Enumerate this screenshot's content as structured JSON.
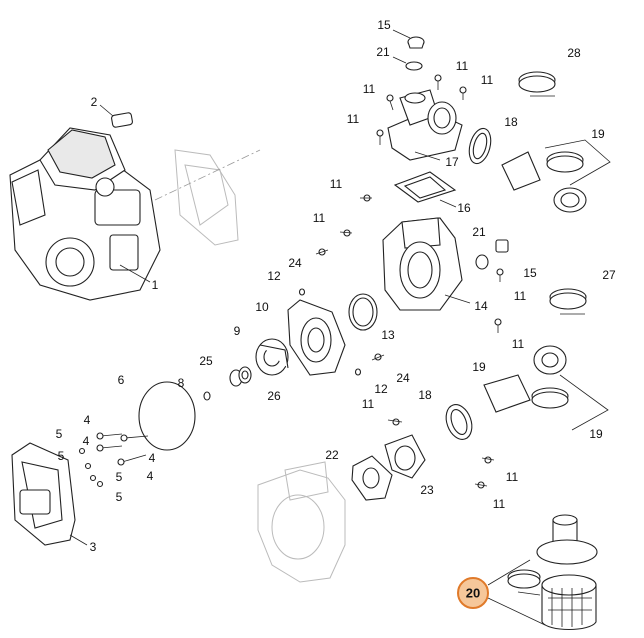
{
  "diagram": {
    "callouts": [
      {
        "id": "c15a",
        "label": "15"
      },
      {
        "id": "c21a",
        "label": "21"
      },
      {
        "id": "c28",
        "label": "28"
      },
      {
        "id": "c11a",
        "label": "11"
      },
      {
        "id": "c11b",
        "label": "11"
      },
      {
        "id": "c11c",
        "label": "11"
      },
      {
        "id": "c11d",
        "label": "11"
      },
      {
        "id": "c2",
        "label": "2"
      },
      {
        "id": "c18a",
        "label": "18"
      },
      {
        "id": "c19a",
        "label": "19"
      },
      {
        "id": "c17",
        "label": "17"
      },
      {
        "id": "c11e",
        "label": "11"
      },
      {
        "id": "c16",
        "label": "16"
      },
      {
        "id": "c11f",
        "label": "11"
      },
      {
        "id": "c21b",
        "label": "21"
      },
      {
        "id": "c24a",
        "label": "24"
      },
      {
        "id": "c15b",
        "label": "15"
      },
      {
        "id": "c27",
        "label": "27"
      },
      {
        "id": "c12a",
        "label": "12"
      },
      {
        "id": "c11g",
        "label": "11"
      },
      {
        "id": "c1",
        "label": "1"
      },
      {
        "id": "c14",
        "label": "14"
      },
      {
        "id": "c10",
        "label": "10"
      },
      {
        "id": "c13",
        "label": "13"
      },
      {
        "id": "c9",
        "label": "9"
      },
      {
        "id": "c11h",
        "label": "11"
      },
      {
        "id": "c25",
        "label": "25"
      },
      {
        "id": "c24b",
        "label": "24"
      },
      {
        "id": "c6",
        "label": "6"
      },
      {
        "id": "c8",
        "label": "8"
      },
      {
        "id": "c26",
        "label": "26"
      },
      {
        "id": "c12b",
        "label": "12"
      },
      {
        "id": "c19b",
        "label": "19"
      },
      {
        "id": "c11i",
        "label": "11"
      },
      {
        "id": "c18b",
        "label": "18"
      },
      {
        "id": "c4a",
        "label": "4"
      },
      {
        "id": "c19c",
        "label": "19"
      },
      {
        "id": "c5a",
        "label": "5"
      },
      {
        "id": "c4b",
        "label": "4"
      },
      {
        "id": "c4c",
        "label": "4"
      },
      {
        "id": "c5b",
        "label": "5"
      },
      {
        "id": "c4d",
        "label": "4"
      },
      {
        "id": "c22",
        "label": "22"
      },
      {
        "id": "c11j",
        "label": "11"
      },
      {
        "id": "c5c",
        "label": "5"
      },
      {
        "id": "c5d",
        "label": "5"
      },
      {
        "id": "c23",
        "label": "23"
      },
      {
        "id": "c11k",
        "label": "11"
      },
      {
        "id": "c3",
        "label": "3"
      },
      {
        "id": "c20",
        "label": "20"
      }
    ],
    "colors": {
      "line": "#222222",
      "highlight_fill": "#f6c79a",
      "highlight_stroke": "#e07a2a",
      "ghost": "#bbbbbb"
    }
  }
}
